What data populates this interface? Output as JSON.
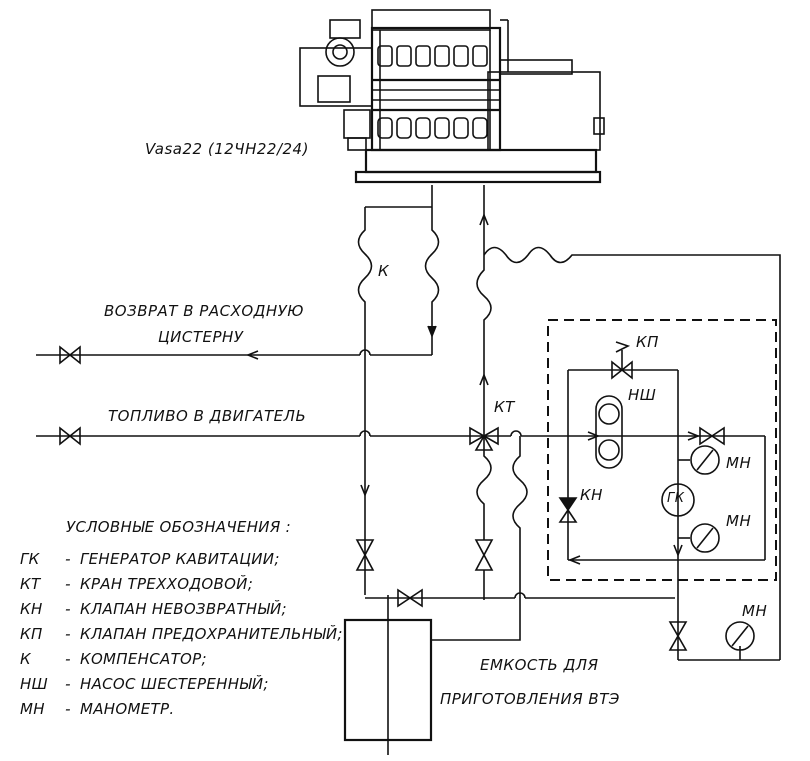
{
  "engine": {
    "label": "Vasa22 (12ЧН22/24)"
  },
  "labels": {
    "return_line_1": "ВОЗВРАТ В РАСХОДНУЮ",
    "return_line_2": "ЦИСТЕРНУ",
    "fuel_line": "ТОПЛИВО В ДВИГАТЕЛЬ",
    "compensator_k": "К",
    "valve_kt": "КТ",
    "valve_kp": "КП",
    "pump_nsh": "НШ",
    "valve_kn": "КН",
    "generator_gk": "ГК",
    "manometer_1": "МН",
    "manometer_2": "МН",
    "manometer_3": "МН",
    "tank_1": "ЕМКОСТЬ ДЛЯ",
    "tank_2": "ПРИГОТОВЛЕНИЯ ВТЭ"
  },
  "legend": {
    "title": "УСЛОВНЫЕ ОБОЗНАЧЕНИЯ :",
    "items": [
      {
        "code": "ГК",
        "text": "ГЕНЕРАТОР КАВИТАЦИИ;"
      },
      {
        "code": "КТ",
        "text": "КРАН ТРЕХХОДОВОЙ;"
      },
      {
        "code": "КН",
        "text": "КЛАПАН НЕВОЗВРАТНЫЙ;"
      },
      {
        "code": "КП",
        "text": "КЛАПАН ПРЕДОХРАНИТЕЛЬНЫЙ;"
      },
      {
        "code": "К",
        "text": "КОМПЕНСАТОР;"
      },
      {
        "code": "НШ",
        "text": "НАСОС ШЕСТЕРЕННЫЙ;"
      },
      {
        "code": "МН",
        "text": "МАНОМЕТР."
      }
    ]
  }
}
